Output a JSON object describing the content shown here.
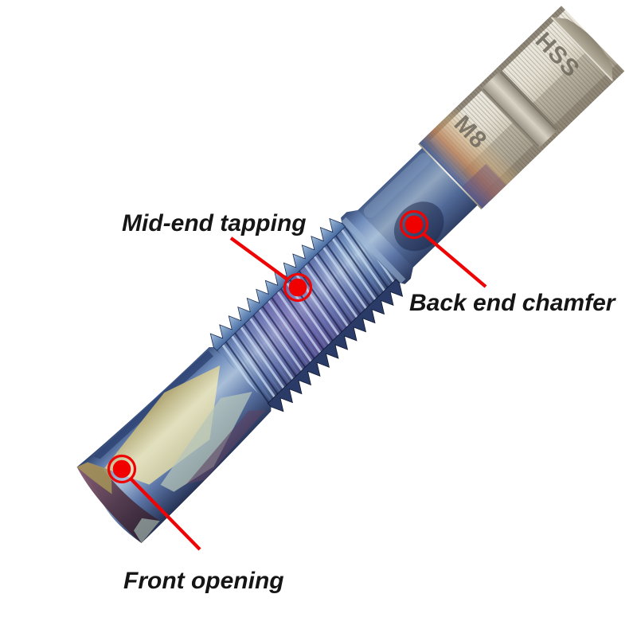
{
  "page": {
    "background": "#ffffff",
    "description": "Annotated product photo of a hex-shank combination drill and tap bit"
  },
  "product": {
    "name": "combination-drill-tap-bit",
    "shank_markings": {
      "material_stamp": "HSS",
      "size_stamp": "M8"
    },
    "colors": {
      "coating_blue": "#3c5a98",
      "coating_purple": "#7b55aa",
      "flute_gold": "#cfc89c",
      "tip_plum": "#6a4760",
      "shank_silver": "#d9d4c6",
      "annotation_red": "#ee0000",
      "label_text": "#151515"
    }
  },
  "annotations": [
    {
      "id": "mid-end-tapping",
      "label": "Mid-end tapping"
    },
    {
      "id": "back-end-chamfer",
      "label": "Back end chamfer"
    },
    {
      "id": "front-opening",
      "label": "Front opening"
    }
  ]
}
